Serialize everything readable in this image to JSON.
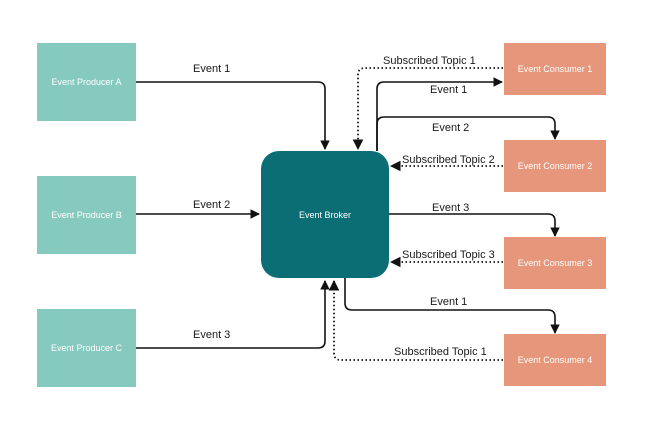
{
  "diagram": {
    "producers": [
      {
        "label": "Event Producer A"
      },
      {
        "label": "Event Producer B"
      },
      {
        "label": "Event Producer C"
      }
    ],
    "broker": {
      "label": "Event Broker"
    },
    "consumers": [
      {
        "label": "Event Consumer 1"
      },
      {
        "label": "Event Consumer 2"
      },
      {
        "label": "Event Consumer 3"
      },
      {
        "label": "Event Consumer 4"
      }
    ],
    "publish_edges": [
      {
        "from": "Event Producer A",
        "to": "Event Broker",
        "label": "Event 1"
      },
      {
        "from": "Event Producer B",
        "to": "Event Broker",
        "label": "Event 2"
      },
      {
        "from": "Event Producer C",
        "to": "Event Broker",
        "label": "Event 3"
      }
    ],
    "delivery_edges": [
      {
        "from": "Event Broker",
        "to": "Event Consumer 1",
        "label": "Event 1"
      },
      {
        "from": "Event Broker",
        "to": "Event Consumer 2",
        "label": "Event 2"
      },
      {
        "from": "Event Broker",
        "to": "Event Consumer 3",
        "label": "Event 3"
      },
      {
        "from": "Event Broker",
        "to": "Event Consumer 4",
        "label": "Event 1"
      }
    ],
    "subscription_edges": [
      {
        "from": "Event Consumer 1",
        "to": "Event Broker",
        "label": "Subscribed Topic 1"
      },
      {
        "from": "Event Consumer 2",
        "to": "Event Broker",
        "label": "Subscribed Topic 2"
      },
      {
        "from": "Event Consumer 3",
        "to": "Event Broker",
        "label": "Subscribed Topic 3"
      },
      {
        "from": "Event Consumer 4",
        "to": "Event Broker",
        "label": "Subscribed Topic 1"
      }
    ],
    "colors": {
      "producer": "#86c9be",
      "broker": "#0a6e74",
      "consumer": "#e6967a",
      "edge": "#111111"
    }
  }
}
